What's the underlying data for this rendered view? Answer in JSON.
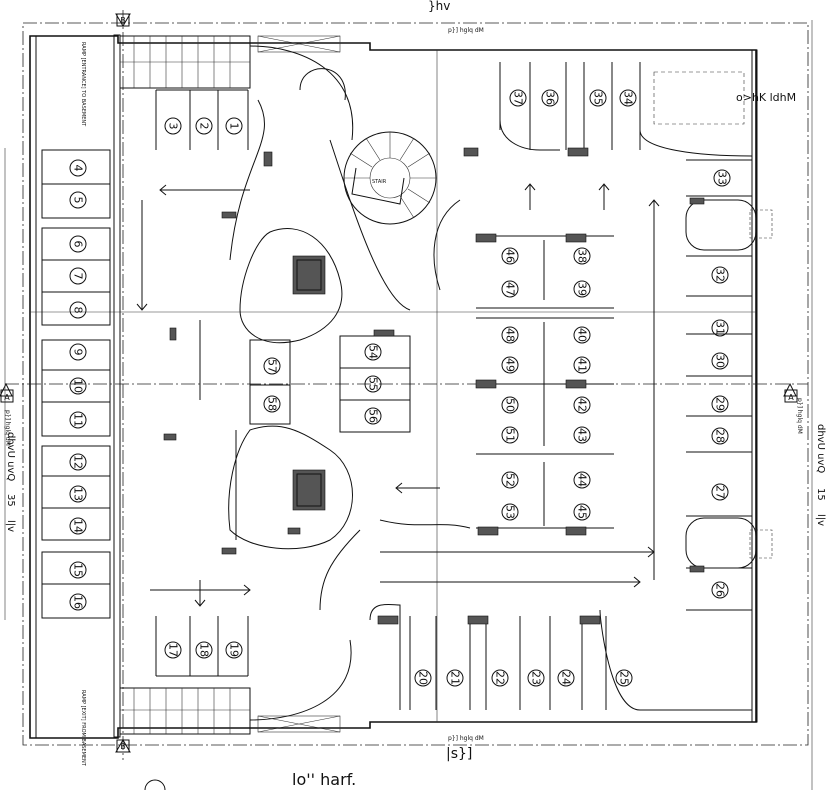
{
  "labels": {
    "top_mark": "}hv",
    "top_dim": "p}] hglq dM",
    "bottom_dim": "p}] hglq dM",
    "bottom_mark": "|s}]",
    "bottom_title": "lo'' harf.",
    "right_dim": "p}] hglq dM",
    "right_text_1": "dhvU uvQ",
    "right_num": "15",
    "right_text_2": "l|v",
    "left_dim": "p}] hglq dM",
    "left_text_1": "dhvU uvQ",
    "left_num": "35",
    "left_text_2": "l|v",
    "room_label": "o>hK ldhM",
    "entrance": "RAMP [ENTRANCE] TO BASEMENT",
    "exit": "RAMP [EXIT] FROM BASEMENT",
    "stair_label": "STAIR",
    "grid_a_left": "A",
    "grid_a_right": "A",
    "grid_b_top": "B",
    "grid_b_bottom": "B"
  },
  "parking_numbers": [
    "1",
    "2",
    "3",
    "4",
    "5",
    "6",
    "7",
    "8",
    "9",
    "10",
    "11",
    "12",
    "13",
    "14",
    "15",
    "16",
    "17",
    "18",
    "19",
    "20",
    "21",
    "22",
    "23",
    "24",
    "25",
    "26",
    "27",
    "28",
    "29",
    "30",
    "31",
    "32",
    "33",
    "34",
    "35",
    "36",
    "37",
    "38",
    "39",
    "40",
    "41",
    "42",
    "43",
    "44",
    "45",
    "46",
    "47",
    "48",
    "49",
    "50",
    "51",
    "52",
    "53",
    "54",
    "55",
    "56",
    "57",
    "58"
  ]
}
